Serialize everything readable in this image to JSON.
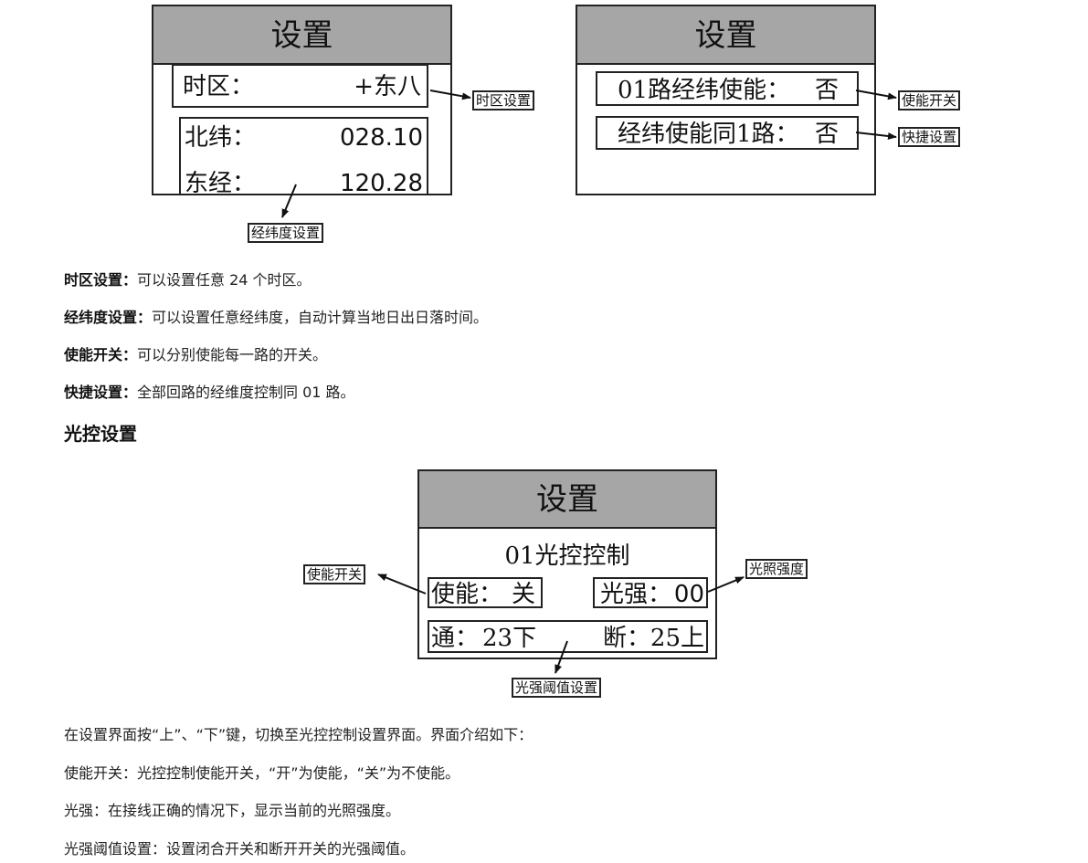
{
  "diagram1": {
    "title": "设置",
    "timezone_label": "时区：",
    "timezone_value": "+东八",
    "lat_label": "北纬：",
    "lat_value": "028.10",
    "lon_label": "东经：",
    "lon_value": "120.28",
    "callout_timezone": "时区设置",
    "callout_latlon": "经纬度设置"
  },
  "diagram2": {
    "title": "设置",
    "row1_label": "01路经纬使能：",
    "row1_value": "否",
    "row2_label": "经纬使能同1路：",
    "row2_value": "否",
    "callout_enable": "使能开关",
    "callout_quick": "快捷设置"
  },
  "section1": [
    {
      "term": "时区设置：",
      "desc": "可以设置任意 24 个时区。"
    },
    {
      "term": "经纬度设置：",
      "desc": "可以设置任意经纬度，自动计算当地日出日落时间。"
    },
    {
      "term": "使能开关：",
      "desc": "可以分别使能每一路的开关。"
    },
    {
      "term": "快捷设置：",
      "desc": "全部回路的经维度控制同 01 路。"
    }
  ],
  "heading": "光控设置",
  "diagram3": {
    "title": "设置",
    "subtitle": "01光控控制",
    "enable_label": "使能：",
    "enable_value": "关",
    "light_label": "光强：",
    "light_value": "00",
    "on_label": "通：",
    "on_value": "23下",
    "off_label": "断：",
    "off_value": "25上",
    "callout_enable": "使能开关",
    "callout_light": "光照强度",
    "callout_threshold": "光强阈值设置"
  },
  "section2": [
    "在设置界面按“上”、“下”键，切换至光控控制设置界面。界面介绍如下：",
    "使能开关：光控控制使能开关，“开”为使能，“关”为不使能。",
    "光强：在接线正确的情况下，显示当前的光照强度。",
    "光强阈值设置：设置闭合开关和断开开关的光强阈值。"
  ]
}
